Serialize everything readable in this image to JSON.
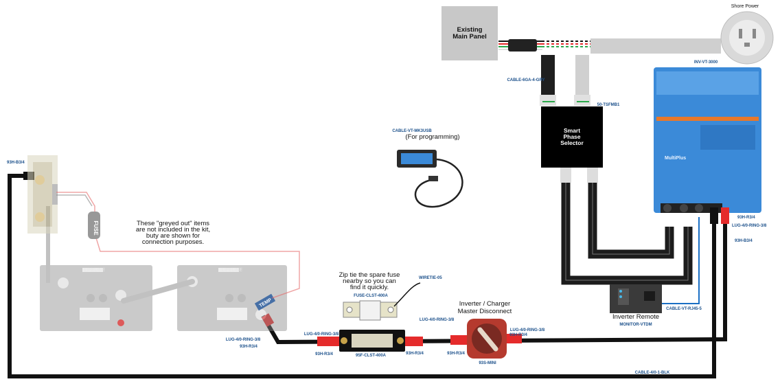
{
  "labels": {
    "shore_power": "Shore Power",
    "existing_main_panel_line1": "Existing",
    "existing_main_panel_line2": "Main Panel",
    "cable_6ga": "CABLE-6GA-4-GRY",
    "tsfmb": "50-TSFMB1",
    "smart_phase_line1": "Smart",
    "smart_phase_line2": "Phase",
    "smart_phase_line3": "Selector",
    "inv_vt": "INV-VT-3000",
    "cable_vt_mk3usb": "CABLE-VT-MK3USB",
    "for_programming": "(For programming)",
    "h93_b3_left": "93H-B3/4",
    "fuse_text": "FUSE",
    "greyed_line1": "These \"greyed out\" items",
    "greyed_line2": "are not included in the kit,",
    "greyed_line3": "buty are shown for",
    "greyed_line4": "connection purposes.",
    "battery_brand": "LIFELINE",
    "temp_text": "TEMP",
    "zip_line1": "Zip tie the spare fuse",
    "zip_line2": "nearby so you can",
    "zip_line3": "find it quickly.",
    "wiretie": "WIRETIE-05",
    "fuse_clst": "FUSE-CLST-400A",
    "lug_left": "LUG-4/0-RING-3/8",
    "h93_r3_left": "93H-R3/4",
    "lug_fuse_left": "LUG-4/0-RING-3/8",
    "h93_r3_fuse_left": "93H-R3/4",
    "f95_clst": "95F-CLST-400A",
    "h93_r3_fuse_right": "93H-R3/4",
    "lug_mid": "LUG-4/0-RING-3/8",
    "disconnect_line1": "Inverter / Charger",
    "disconnect_line2": "Master Disconnect",
    "h93_r3_disc_left": "93H-R3/4",
    "s93_mini": "93S-MINI",
    "lug_disc_right": "LUG-4/0-RING-3/8",
    "h93_r3_disc_right": "93H-R3/4",
    "remote_title": "Inverter Remote",
    "monitor_vtdm": "MONITOR-VTDM",
    "cable_rj45": "CABLE-VT-RJ45-5",
    "h93_r3_inv": "93H-R3/4",
    "lug_inv": "LUG-4/0-RING-3/8",
    "h93_b3_inv": "93H-B3/4",
    "cable_blk": "CABLE-4/0-1-BLK",
    "multiplus": "MultiPlus"
  },
  "colors": {
    "cable_black": "#111111",
    "cable_red": "#e52b2b",
    "inverter_blue": "#3b8ad8",
    "part_number_blue": "#1a4f8a",
    "grey_panel": "#c8c8c8"
  }
}
